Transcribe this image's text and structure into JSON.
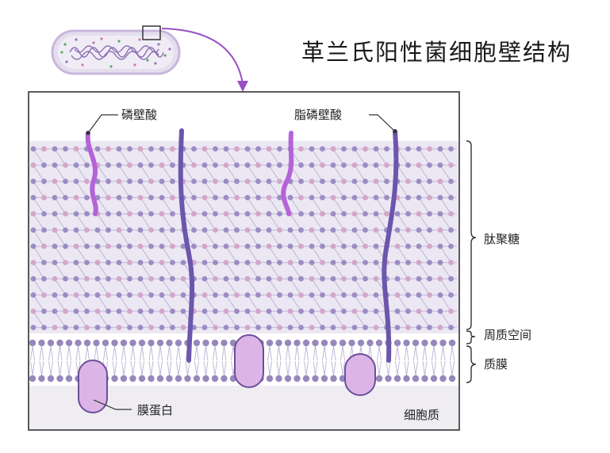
{
  "title": "革兰氏阳性菌细胞壁结构",
  "labels": {
    "teichoic_acid": "磷壁酸",
    "lipoteichoic_acid": "脂磷壁酸",
    "peptidoglycan": "肽聚糖",
    "periplasmic_space": "周质空间",
    "cell_membrane": "质膜",
    "membrane_protein": "膜蛋白",
    "cytoplasm": "细胞质"
  },
  "colors": {
    "background": "#ffffff",
    "peptidoglycan_band": "#ebe8f3",
    "peptidoglycan_strand": "#c8c0dc",
    "node_purple": "#9c8cc4",
    "node_pink": "#d4a6c8",
    "lipid_head": "#9688bd",
    "cytoplasm": "#efedf1",
    "teichoic_acid": "#b463d8",
    "lipoteichoic_acid": "#6c56ac",
    "membrane_protein_fill": "#dcb4e6",
    "membrane_protein_stroke": "#6b4f9a",
    "arrow": "#9a4fc6",
    "frame": "#333333"
  }
}
